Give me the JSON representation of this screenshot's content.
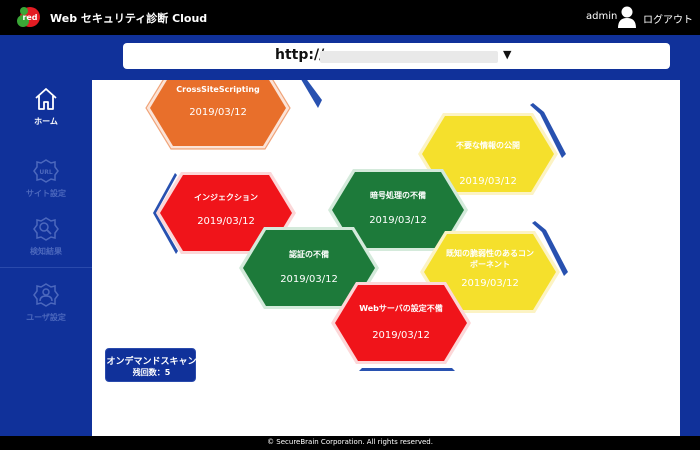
{
  "header": {
    "logo_text": "red",
    "title": "Web セキュリティ診断 Cloud",
    "user": "admin",
    "logout_label": "ログアウト"
  },
  "url_selector": {
    "value": "http://"
  },
  "sidebar": {
    "items": [
      {
        "label": "ホーム",
        "icon": "home-icon",
        "active": true
      },
      {
        "label": "サイト設定",
        "icon": "site-settings-icon",
        "active": false
      },
      {
        "label": "検知結果",
        "icon": "detection-results-icon",
        "active": false
      },
      {
        "label": "ユーザ設定",
        "icon": "user-settings-icon",
        "active": false
      }
    ]
  },
  "hexagons": [
    {
      "title": "CrossSiteScripting",
      "date": "2019/03/12",
      "color": "#e86f2b"
    },
    {
      "title": "不要な情報の公開",
      "date": "2019/03/12",
      "color": "#f5e02c"
    },
    {
      "title": "インジェクション",
      "date": "2019/03/12",
      "color": "#f0141a"
    },
    {
      "title": "暗号処理の不備",
      "date": "2019/03/12",
      "color": "#1d7a3a"
    },
    {
      "title": "認証の不備",
      "date": "2019/03/12",
      "color": "#1d7a3a"
    },
    {
      "title": "既知の脆弱性のあるコンポーネント",
      "title_lines": [
        "既知の脆弱性のあるコン",
        "ポーネント"
      ],
      "date": "2019/03/12",
      "color": "#f5e02c"
    },
    {
      "title": "Webサーバの設定不備",
      "date": "2019/03/12",
      "color": "#f0141a"
    }
  ],
  "scan": {
    "label": "オンデマンドスキャン",
    "count_text": "残回数：5"
  },
  "footer": {
    "text": "© SecureBrain Corporation. All rights reserved."
  },
  "colors": {
    "header_bg": "#000000",
    "frame_bg": "#10319a",
    "orange": "#e86f2b",
    "yellow": "#f5e02c",
    "red": "#f0141a",
    "green": "#1d7a3a"
  }
}
